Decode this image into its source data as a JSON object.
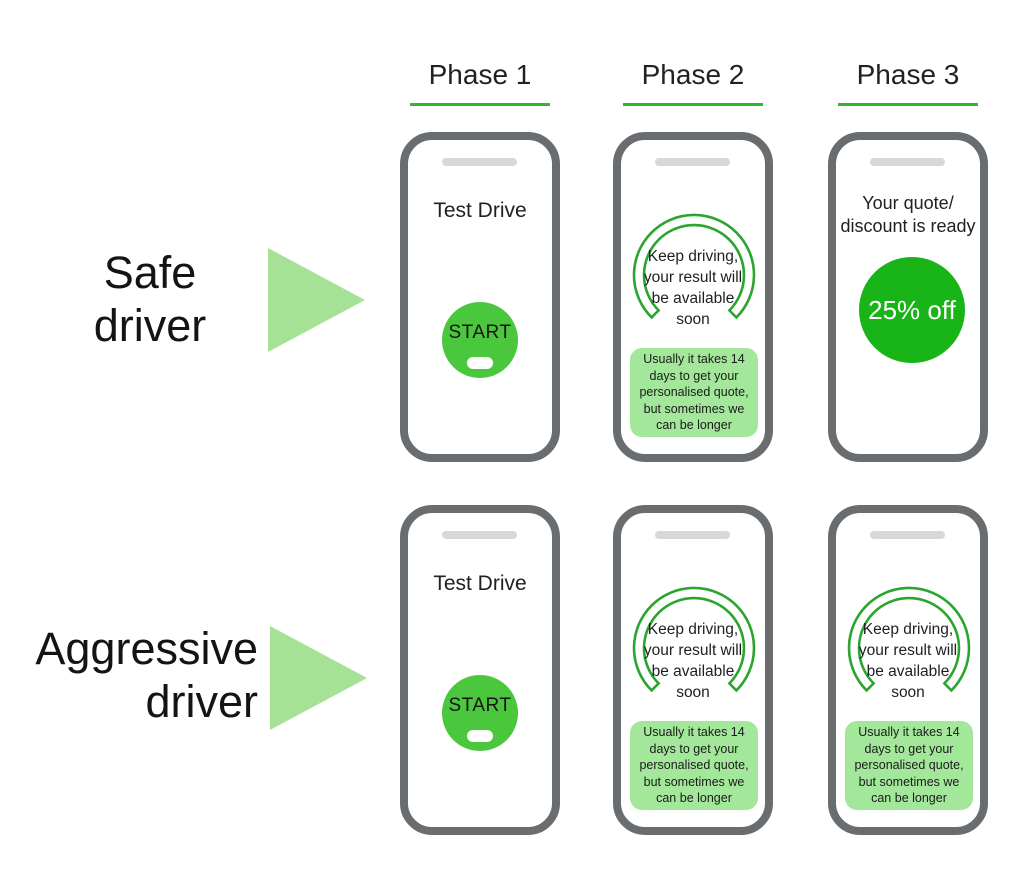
{
  "phases": [
    {
      "label": "Phase 1"
    },
    {
      "label": "Phase 2"
    },
    {
      "label": "Phase 3"
    }
  ],
  "row_labels": [
    {
      "line1": "Safe",
      "line2": "driver"
    },
    {
      "line1": "Aggressive",
      "line2": "driver"
    }
  ],
  "screens": {
    "test_drive": {
      "title": "Test Drive",
      "start_button": "START"
    },
    "waiting": {
      "gauge_lines": [
        "Keep driving,",
        "your result will",
        "be available",
        "soon"
      ],
      "notification": "Usually it takes 14 days to get your personalised quote, but sometimes we can be longer"
    },
    "quote_ready": {
      "title_line1": "Your quote/",
      "title_line2": "discount is ready",
      "discount": "25% off"
    }
  },
  "colors": {
    "phase_underline": "#2eb82e",
    "start_button_green": "#4bc73e",
    "discount_green": "#18b418",
    "gauge_arc_green": "#2aa52e",
    "arrow_light_green": "#a5e296",
    "notification_bg": "#a3e79b",
    "phone_frame_gray": "#6a6d70"
  }
}
